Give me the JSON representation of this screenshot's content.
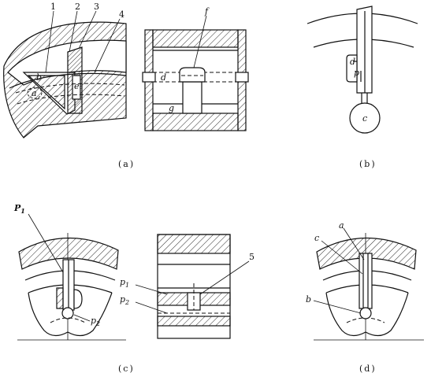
{
  "captions": {
    "a": "(a)",
    "b": "(b)",
    "c": "(c)",
    "d": "(d)"
  },
  "panel_a": {
    "numbers": [
      "1",
      "2",
      "3",
      "4"
    ],
    "letters": {
      "a": "a",
      "b": "b",
      "e": "e",
      "f": "f",
      "d": "d",
      "g": "g"
    }
  },
  "panel_b": {
    "letters": {
      "d": "d",
      "p": "p",
      "c": "c"
    }
  },
  "panel_c": {
    "P1": "P",
    "P1_sub": "1",
    "p2": "p",
    "p2_sub": "2",
    "right_p1": "p",
    "right_p1_sub": "1",
    "right_p2": "p",
    "right_p2_sub": "2",
    "number5": "5"
  },
  "panel_d": {
    "letters": {
      "a": "a",
      "c": "c",
      "b": "b"
    }
  }
}
